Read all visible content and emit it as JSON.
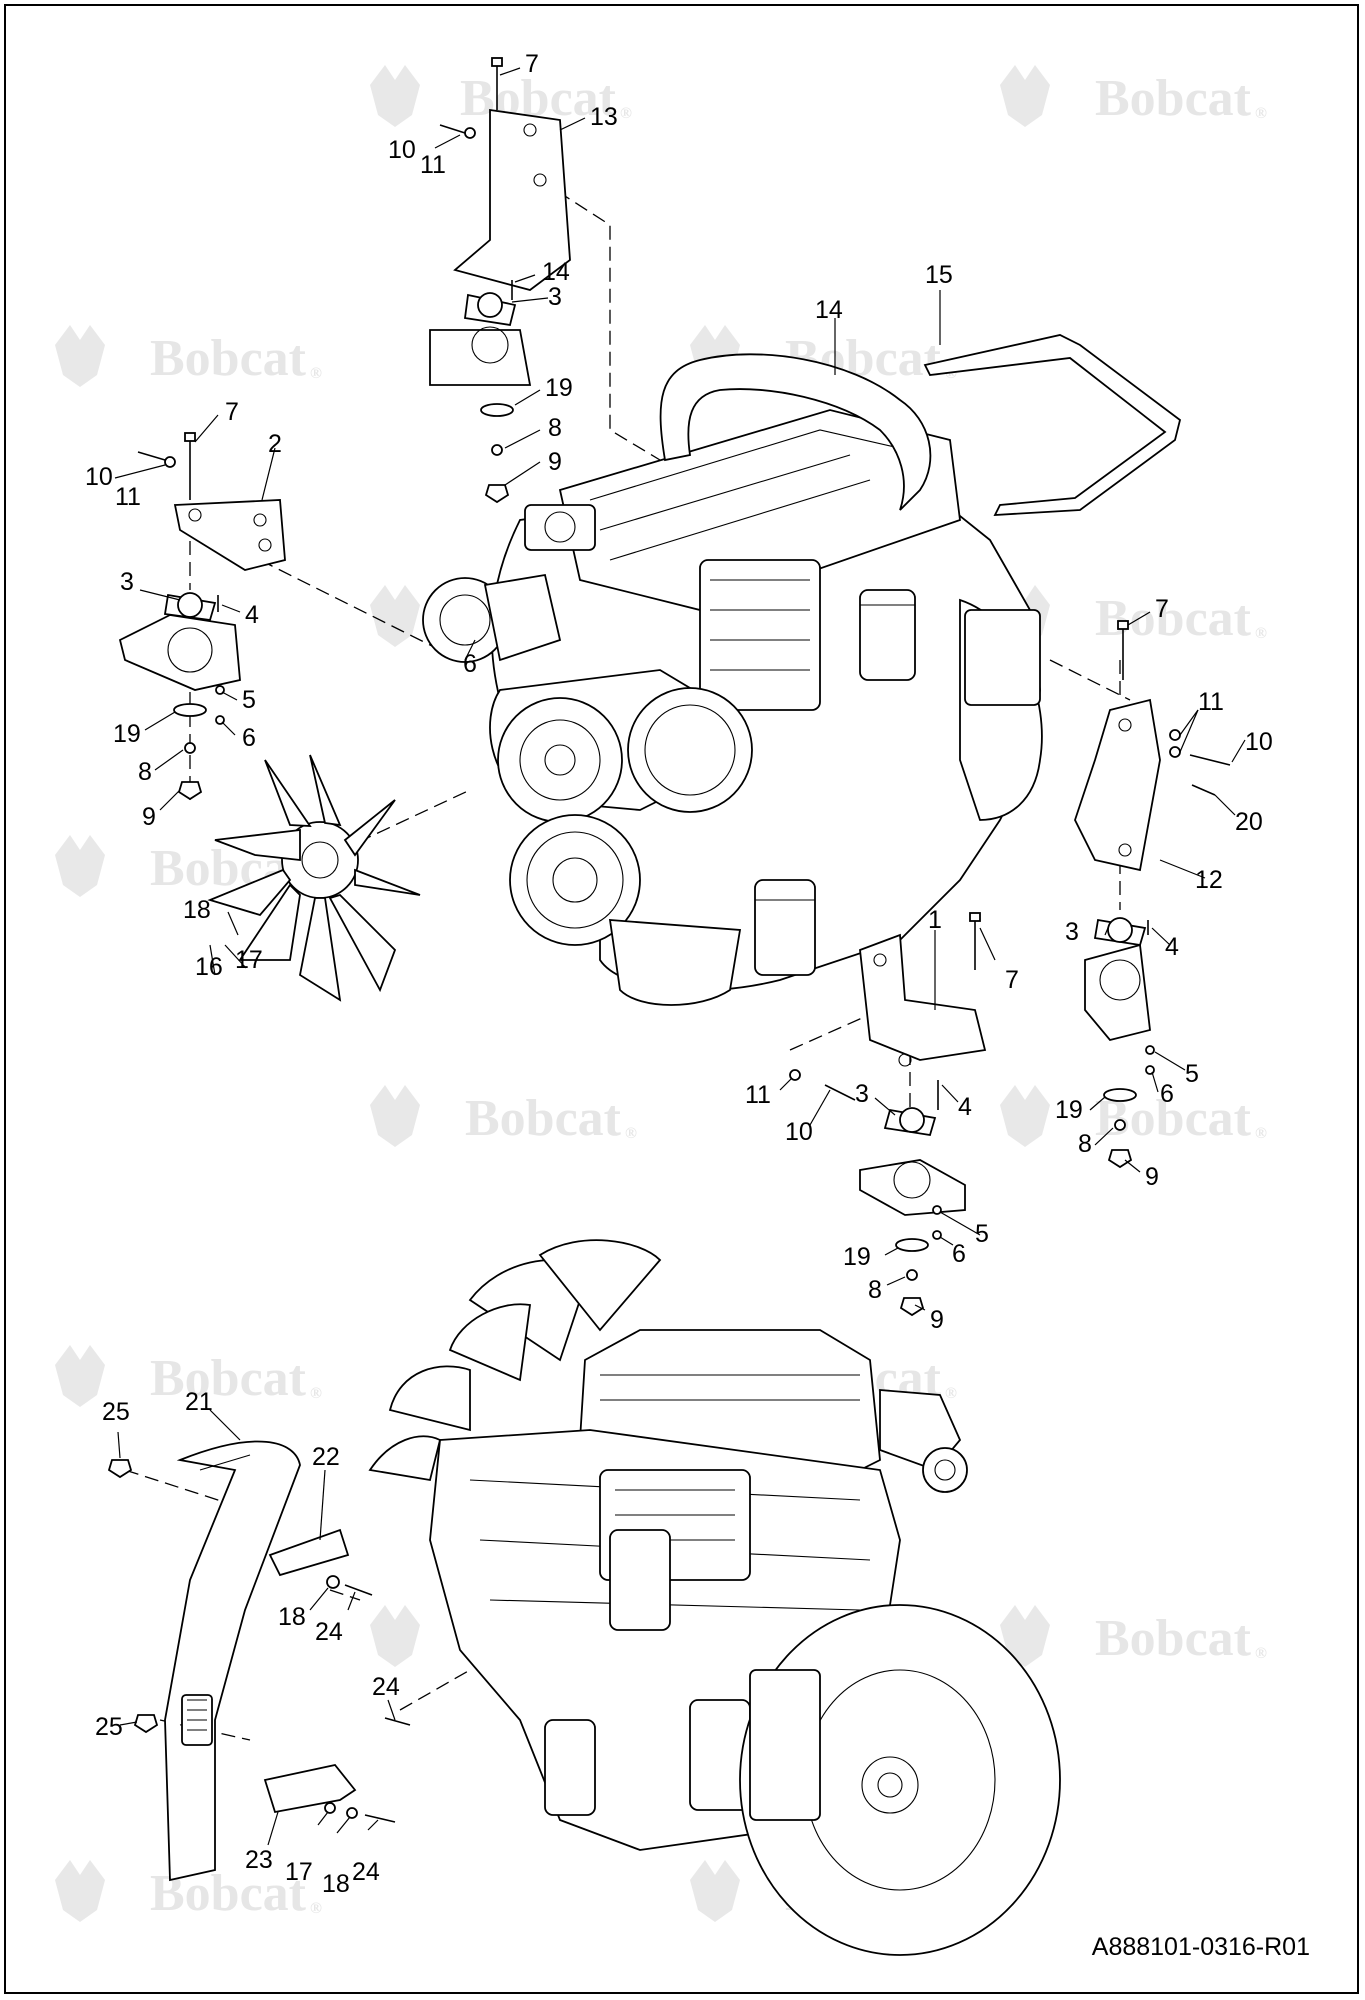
{
  "diagram": {
    "reference_code": "A888101-0316-R01",
    "watermark_text": "Bobcat",
    "watermark_symbol": "®",
    "callouts": [
      {
        "id": "c7-top",
        "label": "7"
      },
      {
        "id": "c13",
        "label": "13"
      },
      {
        "id": "c10-top",
        "label": "10"
      },
      {
        "id": "c11-top",
        "label": "11"
      },
      {
        "id": "c14-mount",
        "label": "14"
      },
      {
        "id": "c3-top",
        "label": "3"
      },
      {
        "id": "c15",
        "label": "15"
      },
      {
        "id": "c14-hose",
        "label": "14"
      },
      {
        "id": "c19-top",
        "label": "19"
      },
      {
        "id": "c8-top",
        "label": "8"
      },
      {
        "id": "c9-top",
        "label": "9"
      },
      {
        "id": "c7-left",
        "label": "7"
      },
      {
        "id": "c2",
        "label": "2"
      },
      {
        "id": "c10-left",
        "label": "10"
      },
      {
        "id": "c11-left",
        "label": "11"
      },
      {
        "id": "c3-left",
        "label": "3"
      },
      {
        "id": "c4-left",
        "label": "4"
      },
      {
        "id": "c6-engine",
        "label": "6"
      },
      {
        "id": "c5-left",
        "label": "5"
      },
      {
        "id": "c19-left",
        "label": "19"
      },
      {
        "id": "c6-left",
        "label": "6"
      },
      {
        "id": "c8-left",
        "label": "8"
      },
      {
        "id": "c9-left",
        "label": "9"
      },
      {
        "id": "c18-fan",
        "label": "18"
      },
      {
        "id": "c16",
        "label": "16"
      },
      {
        "id": "c17-fan",
        "label": "17"
      },
      {
        "id": "c7-right",
        "label": "7"
      },
      {
        "id": "c11-right",
        "label": "11"
      },
      {
        "id": "c10-right",
        "label": "10"
      },
      {
        "id": "c20",
        "label": "20"
      },
      {
        "id": "c12",
        "label": "12"
      },
      {
        "id": "c3-right",
        "label": "3"
      },
      {
        "id": "c4-right",
        "label": "4"
      },
      {
        "id": "c5-right",
        "label": "5"
      },
      {
        "id": "c6-right",
        "label": "6"
      },
      {
        "id": "c19-right",
        "label": "19"
      },
      {
        "id": "c8-right",
        "label": "8"
      },
      {
        "id": "c9-right",
        "label": "9"
      },
      {
        "id": "c1",
        "label": "1"
      },
      {
        "id": "c7-mid",
        "label": "7"
      },
      {
        "id": "c11-mid",
        "label": "11"
      },
      {
        "id": "c10-mid",
        "label": "10"
      },
      {
        "id": "c3-mid",
        "label": "3"
      },
      {
        "id": "c4-mid",
        "label": "4"
      },
      {
        "id": "c5-mid",
        "label": "5"
      },
      {
        "id": "c6-mid",
        "label": "6"
      },
      {
        "id": "c19-mid",
        "label": "19"
      },
      {
        "id": "c8-mid",
        "label": "8"
      },
      {
        "id": "c9-mid",
        "label": "9"
      },
      {
        "id": "c25-top",
        "label": "25"
      },
      {
        "id": "c21",
        "label": "21"
      },
      {
        "id": "c22",
        "label": "22"
      },
      {
        "id": "c18-shroud",
        "label": "18"
      },
      {
        "id": "c24-top",
        "label": "24"
      },
      {
        "id": "c25-bottom",
        "label": "25"
      },
      {
        "id": "c24-mid",
        "label": "24"
      },
      {
        "id": "c23",
        "label": "23"
      },
      {
        "id": "c17-shroud",
        "label": "17"
      },
      {
        "id": "c18-bottom",
        "label": "18"
      },
      {
        "id": "c24-bottom",
        "label": "24"
      }
    ]
  }
}
